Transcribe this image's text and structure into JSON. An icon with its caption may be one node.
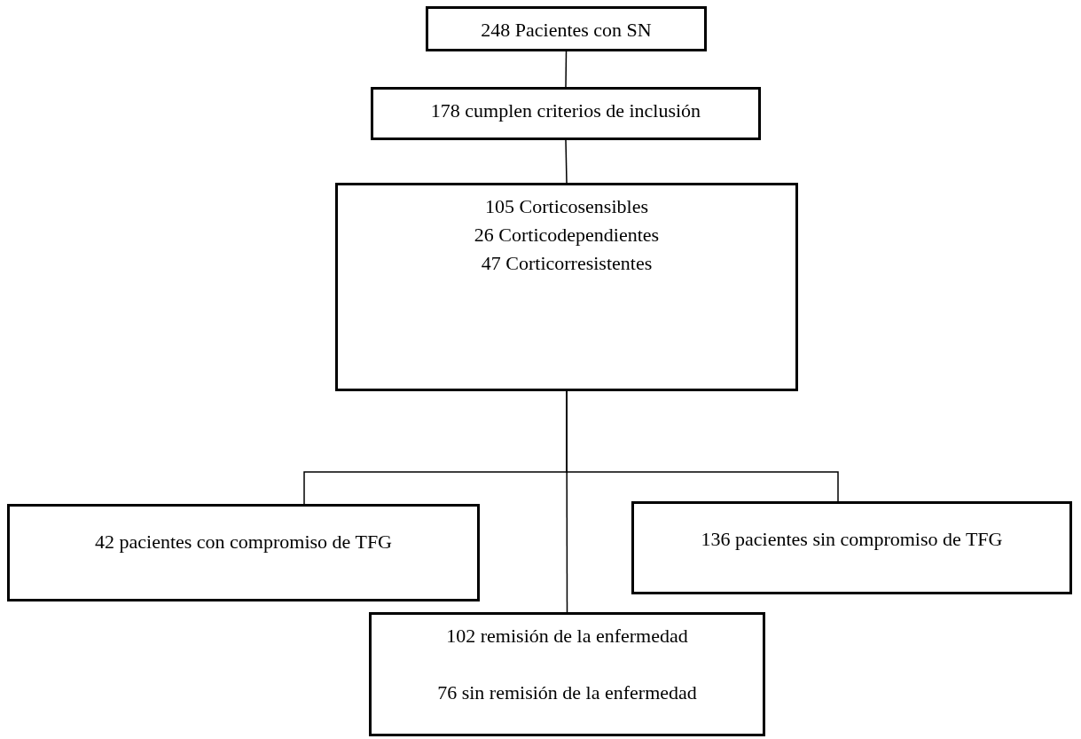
{
  "diagram": {
    "nodes": [
      {
        "text": [
          "248 Pacientes con SN"
        ]
      },
      {
        "text": [
          "178 cumplen criterios de inclusión"
        ]
      },
      {
        "text": [
          "105 Corticosensibles",
          "26 Corticodependientes",
          "47 Corticorresistentes"
        ]
      },
      {
        "text": [
          "42 pacientes con compromiso de TFG"
        ]
      },
      {
        "text": [
          "136 pacientes sin compromiso de TFG"
        ]
      },
      {
        "text": [
          "102 remisión de la enfermedad",
          "76 sin remisión de la enfermedad"
        ]
      }
    ],
    "edges": [
      {
        "from": 0,
        "to": 1,
        "arrow": "none"
      },
      {
        "from": 1,
        "to": 2,
        "arrow": "none"
      },
      {
        "from": 2,
        "to": 3,
        "arrow": "none"
      },
      {
        "from": 2,
        "to": 4,
        "arrow": "none"
      },
      {
        "from": 2,
        "to": 5,
        "arrow": "none"
      }
    ]
  }
}
